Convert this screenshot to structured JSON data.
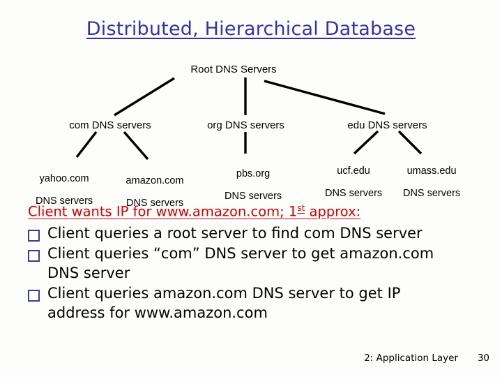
{
  "slide": {
    "title": "Distributed, Hierarchical Database",
    "title_color": "#3333a8"
  },
  "tree": {
    "root": {
      "label": "Root DNS Servers"
    },
    "level2": [
      {
        "label": "com DNS servers"
      },
      {
        "label": "org DNS servers"
      },
      {
        "label": "edu DNS servers"
      }
    ],
    "level3": [
      {
        "line1": "yahoo.com",
        "line2": "DNS servers"
      },
      {
        "line1": "amazon.com",
        "line2": "DNS servers"
      },
      {
        "line1": "pbs.org",
        "line2": "DNS servers"
      },
      {
        "line1": "ucf.edu",
        "line2": "DNS servers"
      },
      {
        "line1": "umass.edu",
        "line2": "DNS servers"
      }
    ]
  },
  "body": {
    "heading_pre": "Client wants IP for www.amazon.com; 1",
    "heading_sup": "st",
    "heading_post": " approx:",
    "heading_color": "#cc0000",
    "bullet_color": "#3b3b8f",
    "bullets": [
      "Client queries a root server to find com DNS server",
      "Client queries “com” DNS server to get amazon.com DNS server",
      "Client queries amazon.com DNS server to get  IP address for www.amazon.com"
    ]
  },
  "footer": {
    "chapter": "2: Application Layer",
    "page": "30"
  }
}
